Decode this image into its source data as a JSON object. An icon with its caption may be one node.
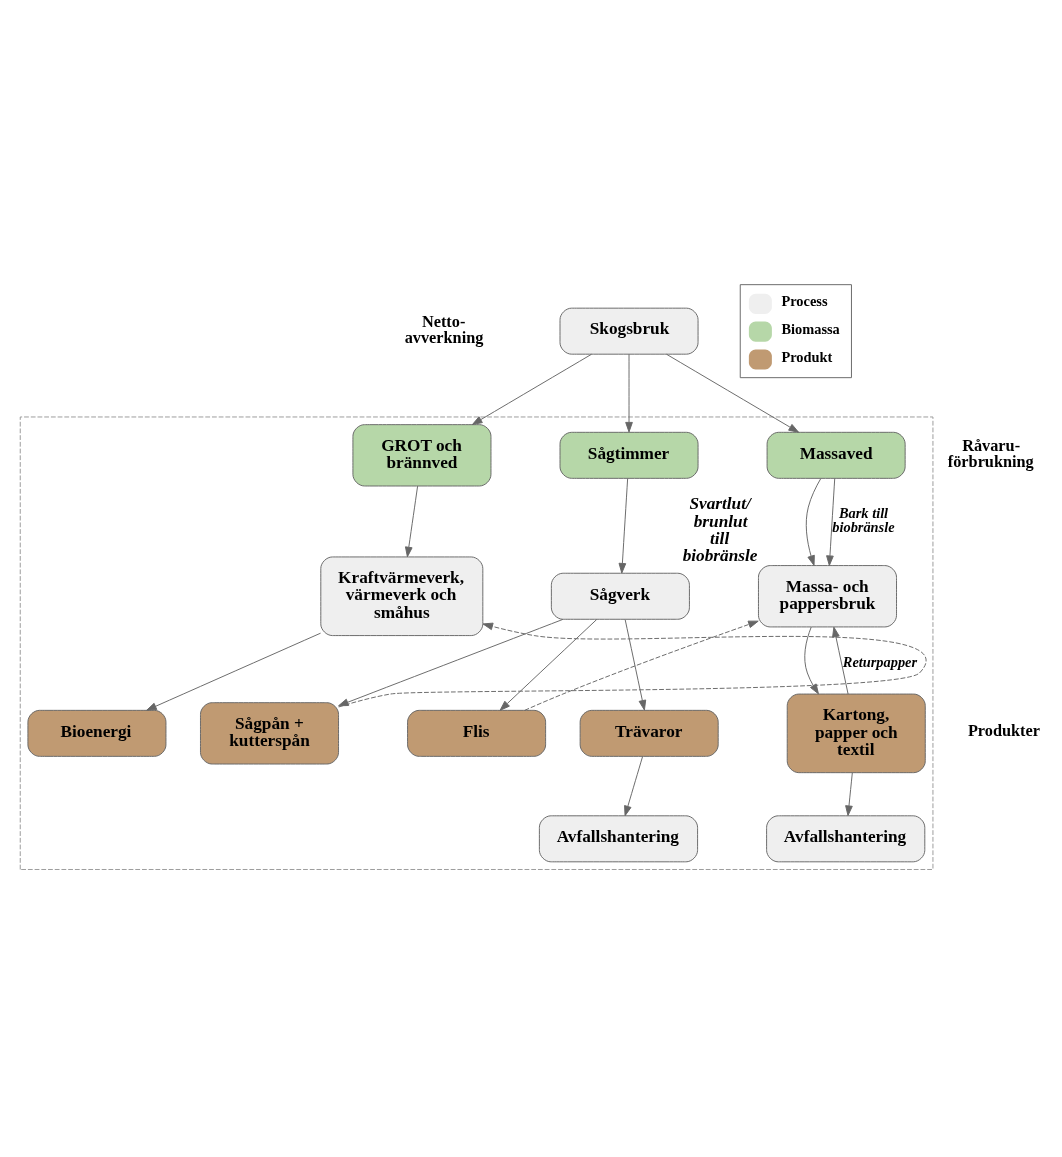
{
  "diagram": {
    "nodes": [
      {
        "text": [
          "Skogsbruk"
        ]
      },
      {
        "text": [],
        "shape": "box"
      },
      {
        "text": [
          "GROT och brännved"
        ],
        "in": 1
      },
      {
        "text": [
          "Sågtimmer"
        ],
        "in": 1
      },
      {
        "text": [
          "Massaved"
        ],
        "in": 1
      },
      {
        "text": [
          "Kraftvärmeverk, värmeverk och småhus"
        ],
        "in": 1
      },
      {
        "text": [
          "Sågverk"
        ],
        "in": 1
      },
      {
        "text": [
          "Massa- och pappersbruk"
        ],
        "in": 1,
        "beside": [
          "Svartlut/ brunlut till biobränsle"
        ]
      },
      {
        "text": [
          "Sågpån + kutterspån"
        ],
        "in": 1
      },
      {
        "text": [
          "Flis"
        ],
        "in": 1
      },
      {
        "text": [
          "Bioenergi"
        ],
        "in": 1
      },
      {
        "text": [
          "Trävaror"
        ],
        "in": 1
      },
      {
        "text": [
          "Kartong, papper och textil"
        ],
        "in": 1
      },
      {
        "text": [
          "Avfallshantering"
        ],
        "in": 1
      },
      {
        "text": [
          "Avfallshantering"
        ],
        "in": 1
      }
    ],
    "edges": [
      {
        "from": 0,
        "to": 2,
        "arrow": "to"
      },
      {
        "from": 0,
        "to": 3,
        "arrow": "to"
      },
      {
        "from": 0,
        "to": 4,
        "arrow": "to"
      },
      {
        "from": 2,
        "to": 5,
        "arrow": "to"
      },
      {
        "from": 3,
        "to": 6,
        "arrow": "to"
      },
      {
        "from": 4,
        "to": 7,
        "arrow": "to"
      },
      {
        "from": 4,
        "to": 7,
        "arrow": "to",
        "label": "Bark till biobränsle"
      },
      {
        "from": 6,
        "to": 8,
        "arrow": "to"
      },
      {
        "from": 6,
        "to": 9,
        "arrow": "to"
      },
      {
        "from": 6,
        "to": 11,
        "arrow": "to"
      },
      {
        "from": 8,
        "to": 5,
        "arrow": "to",
        "style": "dashed"
      },
      {
        "from": 9,
        "to": 7,
        "arrow": "to",
        "style": "dashed"
      },
      {
        "from": 5,
        "to": 10,
        "arrow": "to"
      },
      {
        "from": 7,
        "to": 12,
        "arrow": "to"
      },
      {
        "from": 12,
        "to": 7,
        "arrow": "to",
        "label": "Returpapper"
      },
      {
        "from": 11,
        "to": 13,
        "arrow": "to"
      },
      {
        "from": 12,
        "to": 14,
        "arrow": "to"
      }
    ],
    "labels": [
      "Netto- avverkning",
      "Råvaru- förbrukning",
      "Produkter"
    ],
    "legend": [
      {
        "text": "Process",
        "color": "#efefef"
      },
      {
        "text": "Biomassa",
        "color": "#b6d7a8"
      },
      {
        "text": "Produkt",
        "color": "#c09a72"
      }
    ]
  }
}
